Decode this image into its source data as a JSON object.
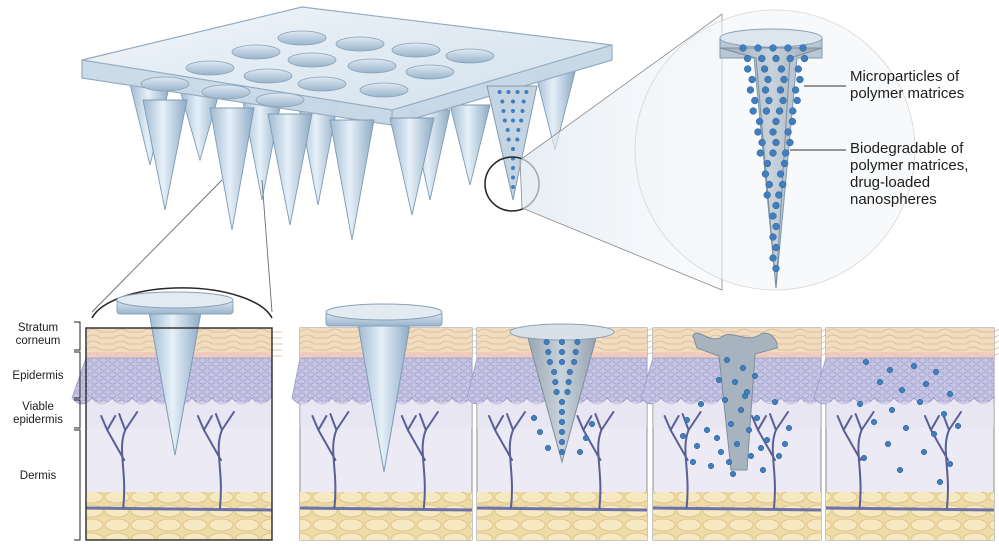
{
  "callouts": [
    {
      "id": "microparticles",
      "text": "Microparticles of\npolymer matrices"
    },
    {
      "id": "biodegradable",
      "text": "Biodegradable of\npolymer matrices,\ndrug-loaded\nnanospheres"
    }
  ],
  "skin_layers": [
    {
      "id": "stratum-corneum",
      "text": "Stratum\ncorneum"
    },
    {
      "id": "epidermis",
      "text": "Epidermis"
    },
    {
      "id": "viable-epidermis",
      "text": "Viable\nepidermis"
    },
    {
      "id": "dermis",
      "text": "Dermis"
    }
  ],
  "stages": [
    {
      "id": "stage-1-inserted-magnified"
    },
    {
      "id": "stage-2-inserted"
    },
    {
      "id": "stage-3-dissolving"
    },
    {
      "id": "stage-4-degrading"
    },
    {
      "id": "stage-5-released"
    }
  ],
  "colors": {
    "needle_fill": "#b8cfe2",
    "needle_stroke": "#7f9bb3",
    "particle": "#3f7fbf",
    "stratum_corneum": "#f2dcc0",
    "epidermis": "#c9c9e6",
    "viable_epidermis": "#e4e1f0",
    "dermis": "#eceaf4",
    "fat": "#f4e6b8",
    "vessel": "#5a5f95"
  }
}
